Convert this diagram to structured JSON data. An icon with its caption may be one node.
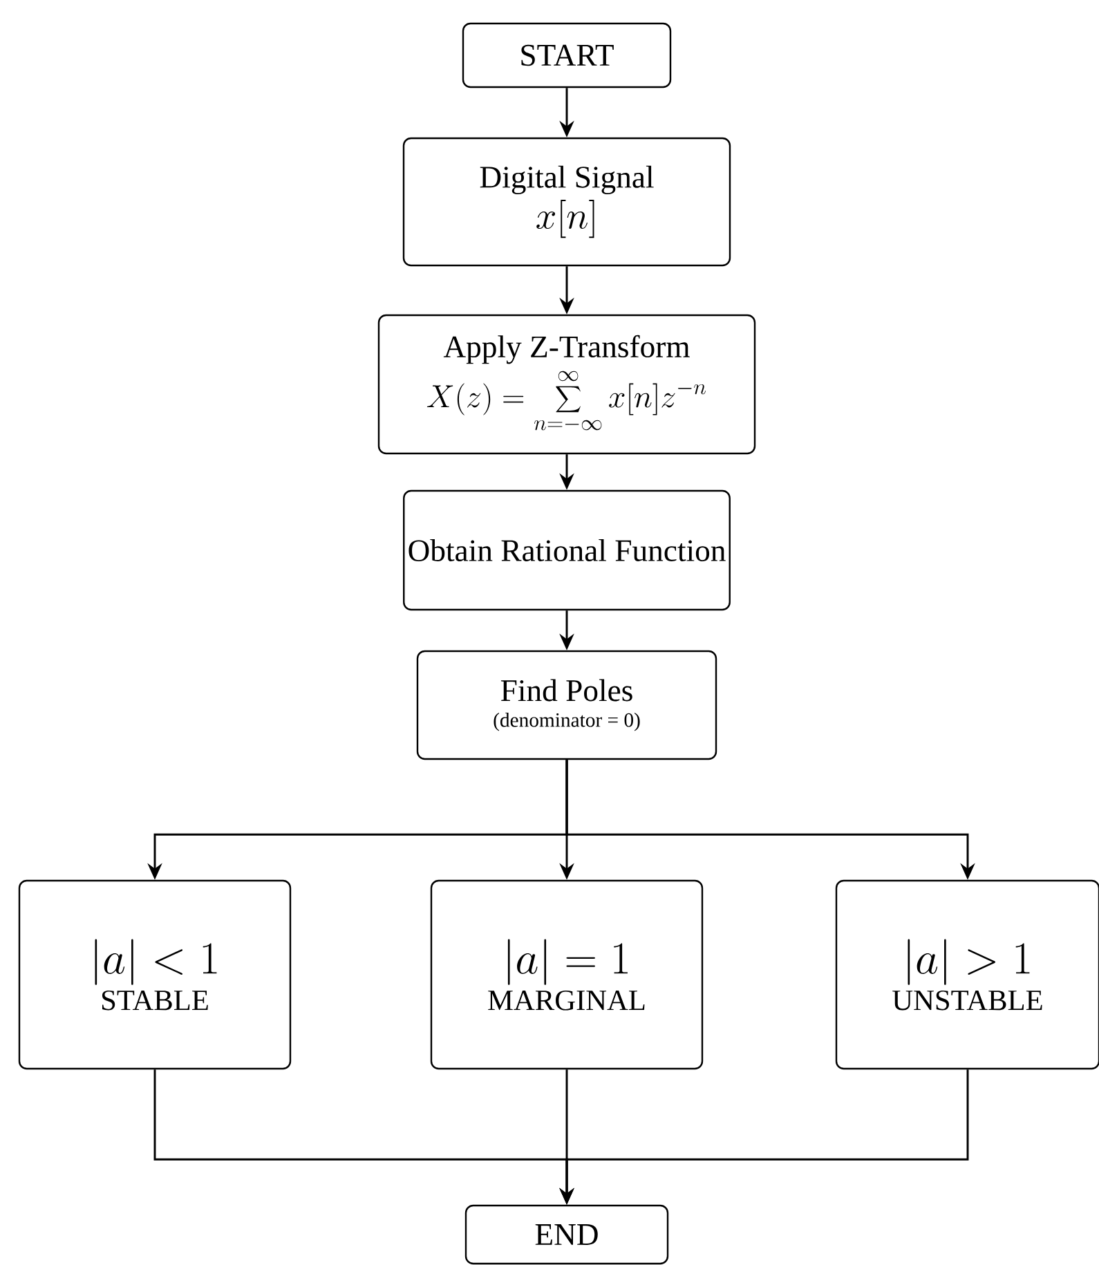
{
  "diagram": {
    "nodes": [
      {
        "text": [
          "START"
        ]
      },
      {
        "text": [
          "Digital Signal",
          "x[n]"
        ]
      },
      {
        "text": [
          "Apply Z-Transform",
          "X(z) = \\sum_{n=-\\infty}^{\\infty} x[n] z^{-n}"
        ]
      },
      {
        "text": [
          "Obtain Rational Function"
        ]
      },
      {
        "text": [
          "Find Poles",
          "(denominator = 0)"
        ]
      },
      {
        "text": [
          "|a| < 1",
          "STABLE"
        ]
      },
      {
        "text": [
          "|a| = 1",
          "MARGINAL"
        ]
      },
      {
        "text": [
          "|a| > 1",
          "UNSTABLE"
        ]
      },
      {
        "text": [
          "END"
        ]
      }
    ],
    "edges": [
      {
        "from": 0,
        "to": 1,
        "arrow": "to"
      },
      {
        "from": 1,
        "to": 2,
        "arrow": "to"
      },
      {
        "from": 2,
        "to": 3,
        "arrow": "to"
      },
      {
        "from": 3,
        "to": 4,
        "arrow": "to"
      },
      {
        "from": 4,
        "to": 5,
        "arrow": "to"
      },
      {
        "from": 4,
        "to": 6,
        "arrow": "to"
      },
      {
        "from": 4,
        "to": 7,
        "arrow": "to"
      },
      {
        "from": 5,
        "to": 8,
        "arrow": "to"
      },
      {
        "from": 6,
        "to": 8,
        "arrow": "to"
      },
      {
        "from": 7,
        "to": 8,
        "arrow": "to"
      }
    ]
  }
}
